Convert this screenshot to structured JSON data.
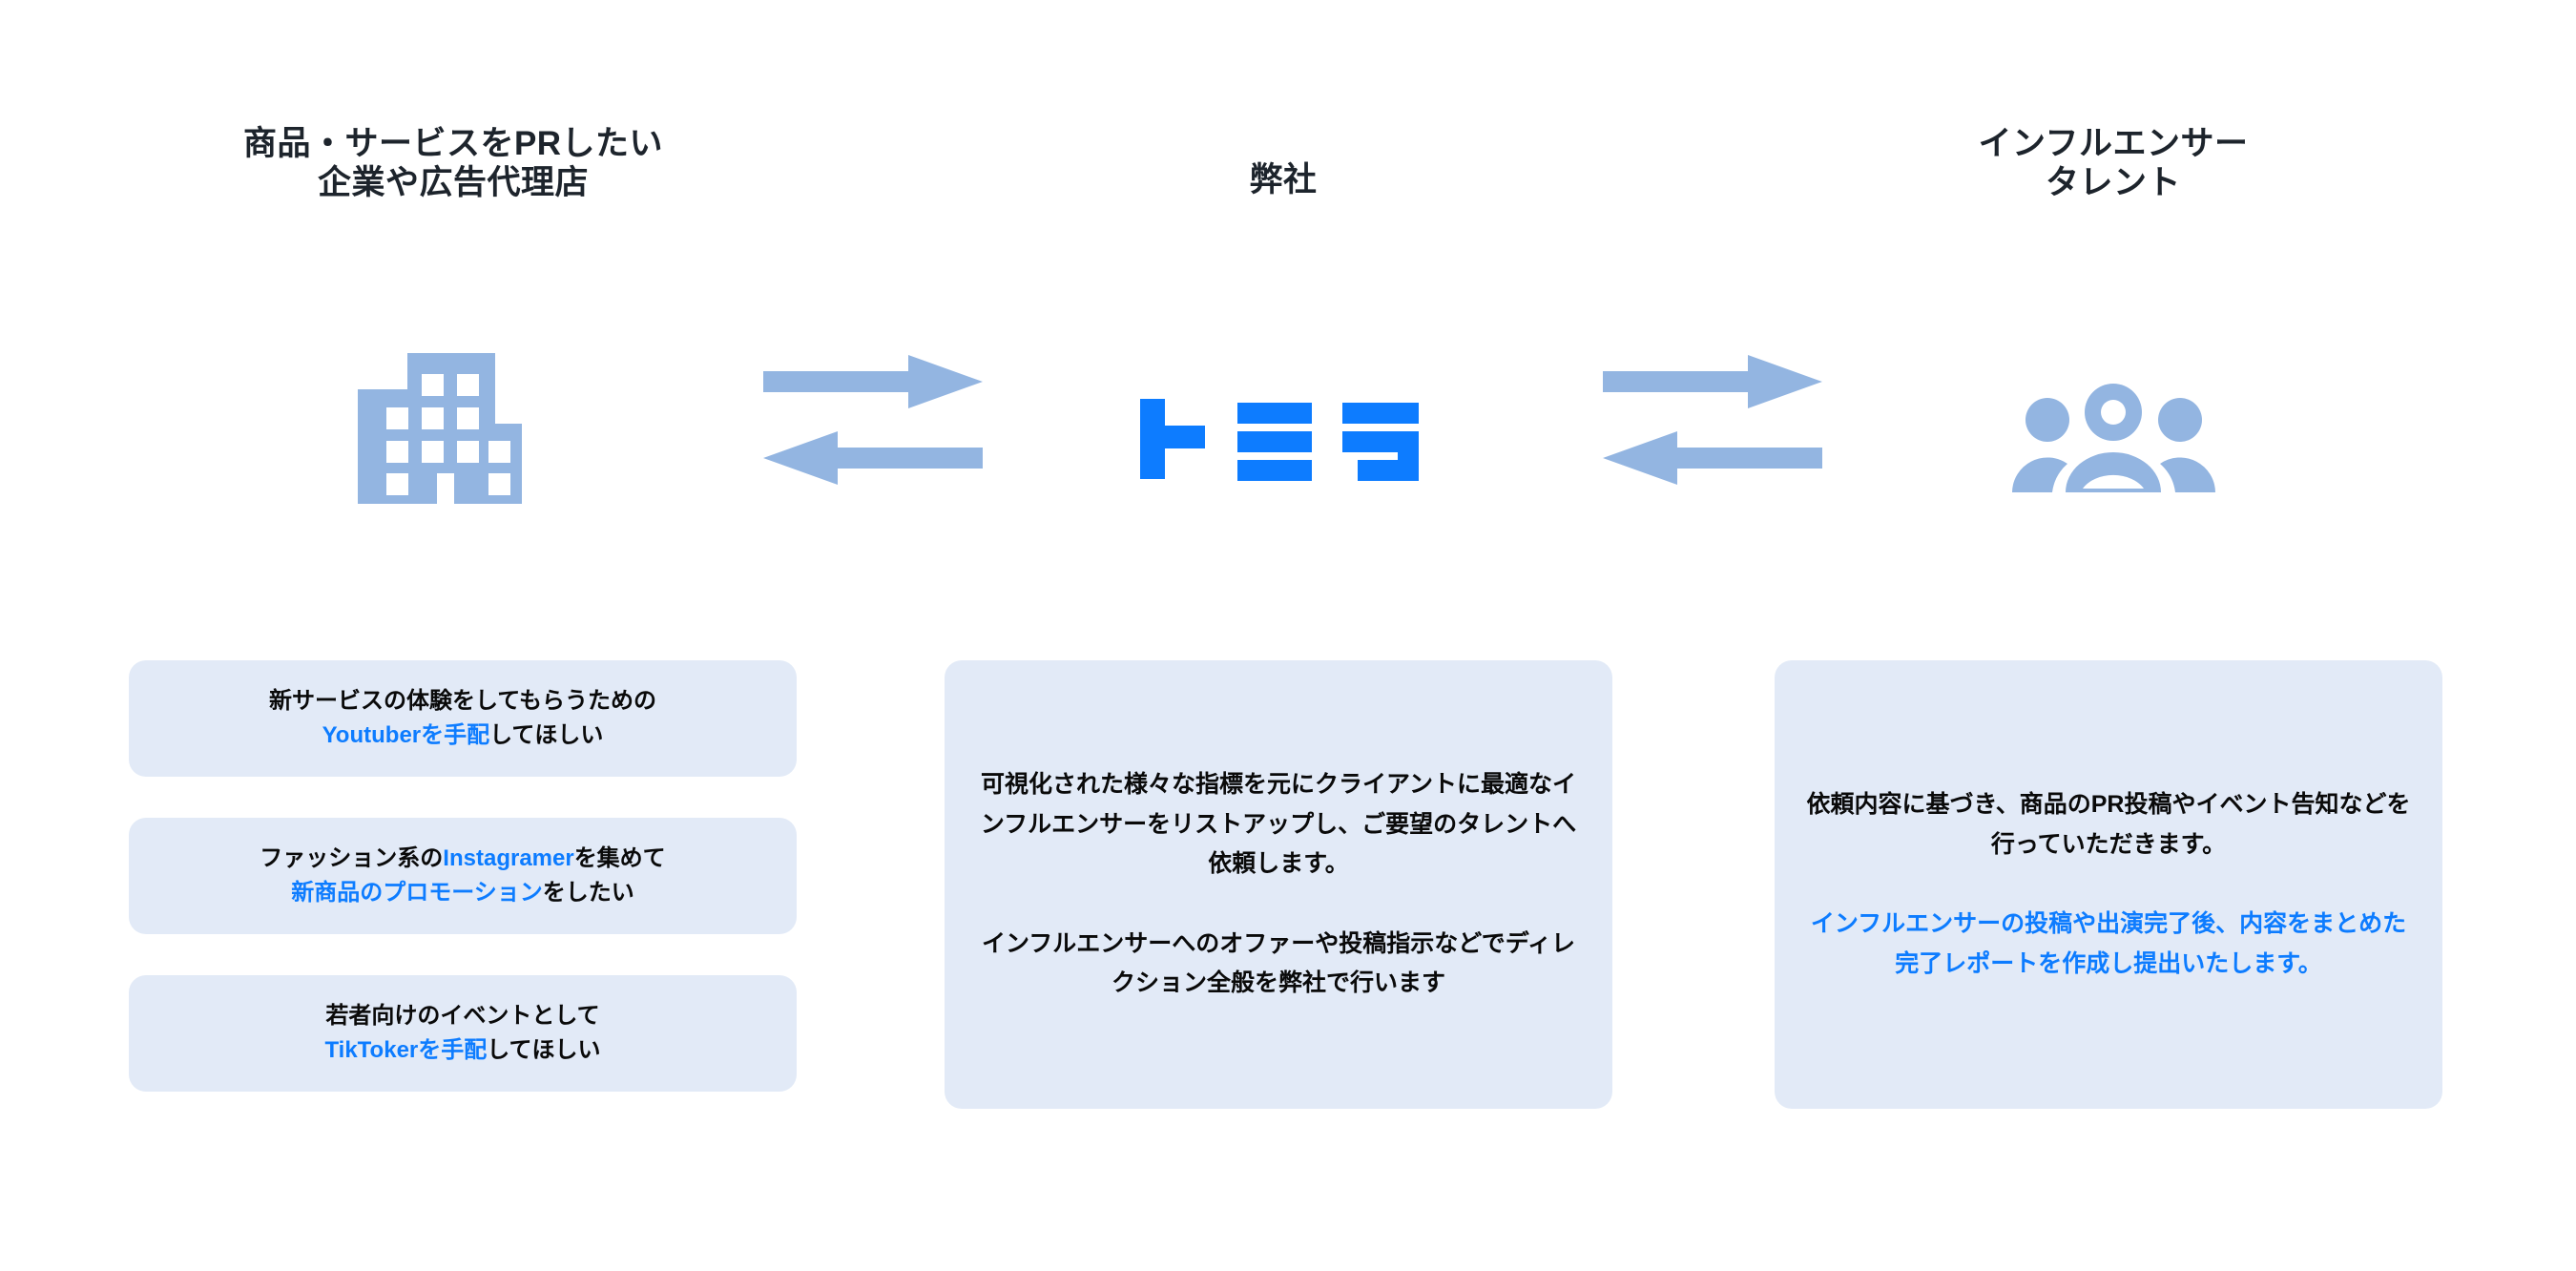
{
  "meta": {
    "colors": {
      "accent_blue": "#0d7cff",
      "icon_blue": "#93b5e1",
      "card_bg": "#e2eaf7",
      "heading_text": "#1d242c",
      "body_text": "#0a0a0a",
      "page_bg": "#ffffff"
    }
  },
  "columns": {
    "client": {
      "title_line1": "商品・サービスをPRしたい",
      "title_line2": "企業や広告代理店",
      "icon": "office-building-icon",
      "cards": [
        {
          "id": "card-youtuber",
          "line1_plain": "新サービスの体験をしてもらうための",
          "line2_accent": "Youtuberを手配",
          "line2_plain": "してほしい"
        },
        {
          "id": "card-instagramer",
          "line1_plain_a": "ファッション系の",
          "line1_accent": "Instagramer",
          "line1_plain_b": "を集めて",
          "line2_accent": "新商品のプロモーション",
          "line2_plain": "をしたい"
        },
        {
          "id": "card-tiktoker",
          "line1_plain": "若者向けのイベントとして",
          "line2_accent": "TikTokerを手配",
          "line2_plain": "してほしい"
        }
      ]
    },
    "company": {
      "title_line1": "弊社",
      "logo_text": "トミラ",
      "paragraphs": [
        "可視化された様々な指標を元にクライアントに最適なインフルエンサーをリストアップし、ご要望のタレントへ依頼します。",
        "インフルエンサーへのオファーや投稿指示などでディレクション全般を弊社で行います"
      ]
    },
    "influencer": {
      "title_line1": "インフルエンサー",
      "title_line2": "タレント",
      "icon": "group-people-icon",
      "paragraph_plain": "依頼内容に基づき、商品のPR投稿やイベント告知などを行っていただきます。",
      "paragraph_accent": "インフルエンサーの投稿や出演完了後、内容をまとめた完了レポートを作成し提出いたします。"
    }
  },
  "connectors": {
    "left_pair": {
      "forward": "arrow-right",
      "backward": "arrow-left"
    },
    "right_pair": {
      "forward": "arrow-right",
      "backward": "arrow-left"
    }
  }
}
